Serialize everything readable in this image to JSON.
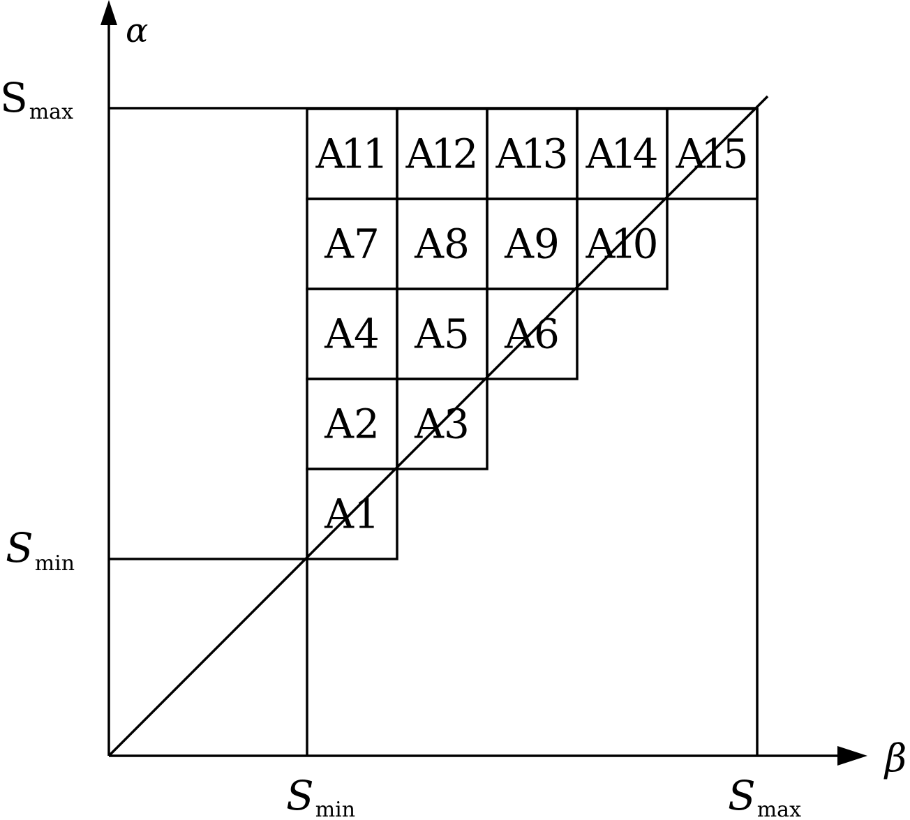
{
  "axes": {
    "y_label": "α",
    "x_label": "β",
    "y_ticks": [
      {
        "main": "S",
        "sub": "max"
      },
      {
        "main": "S",
        "sub": "min"
      }
    ],
    "x_ticks": [
      {
        "main": "S",
        "sub": "min"
      },
      {
        "main": "S",
        "sub": "max"
      }
    ]
  },
  "cells": [
    {
      "label": "A1",
      "row": 0,
      "col": 0
    },
    {
      "label": "A2",
      "row": 1,
      "col": 0
    },
    {
      "label": "A3",
      "row": 1,
      "col": 1
    },
    {
      "label": "A4",
      "row": 2,
      "col": 0
    },
    {
      "label": "A5",
      "row": 2,
      "col": 1
    },
    {
      "label": "A6",
      "row": 2,
      "col": 2
    },
    {
      "label": "A7",
      "row": 3,
      "col": 0
    },
    {
      "label": "A8",
      "row": 3,
      "col": 1
    },
    {
      "label": "A9",
      "row": 3,
      "col": 2
    },
    {
      "label": "A10",
      "row": 3,
      "col": 3
    },
    {
      "label": "A11",
      "row": 4,
      "col": 0
    },
    {
      "label": "A12",
      "row": 4,
      "col": 1
    },
    {
      "label": "A13",
      "row": 4,
      "col": 2
    },
    {
      "label": "A14",
      "row": 4,
      "col": 3
    },
    {
      "label": "A15",
      "row": 4,
      "col": 4
    }
  ]
}
